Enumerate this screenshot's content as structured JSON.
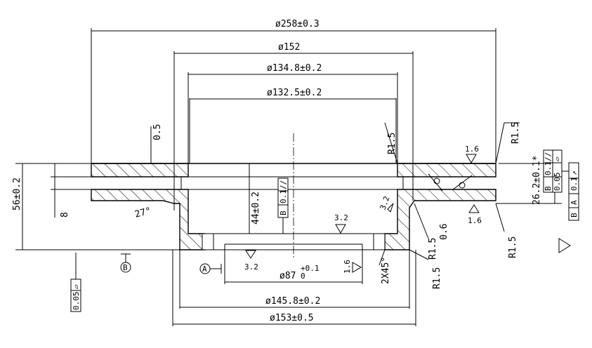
{
  "dimensions": {
    "d258": "ø258±0.3",
    "d152": "ø152",
    "d1348": "ø134.8±0.2",
    "d1325": "ø132.5±0.2",
    "d1458": "ø145.8±0.2",
    "d153": "ø153±0.5",
    "d87": "ø87",
    "d87_tol_up": "+0.1",
    "d87_tol_low": "0",
    "height56": "56±0.2",
    "height44": "44±0.2",
    "height8": "8",
    "h05": "0.5",
    "h262": "26.2±0.1*",
    "angle27": "27°",
    "h06": "0.6",
    "chamfer": "2X45°",
    "r15": "R1.5"
  },
  "roughness": {
    "r16": "1.6",
    "r32": "3.2"
  },
  "gdt": {
    "parallel_01_b": [
      "//",
      "0.1",
      "B"
    ],
    "flatness_005": [
      "▱",
      "0.05"
    ],
    "runout_row": [
      "↗",
      "0.1",
      "A",
      "B"
    ],
    "parallel_row": [
      "//",
      "0.1",
      "B"
    ],
    "flat_row": [
      "▱",
      "0.05"
    ]
  },
  "datums": {
    "a": "A",
    "b": "B"
  }
}
